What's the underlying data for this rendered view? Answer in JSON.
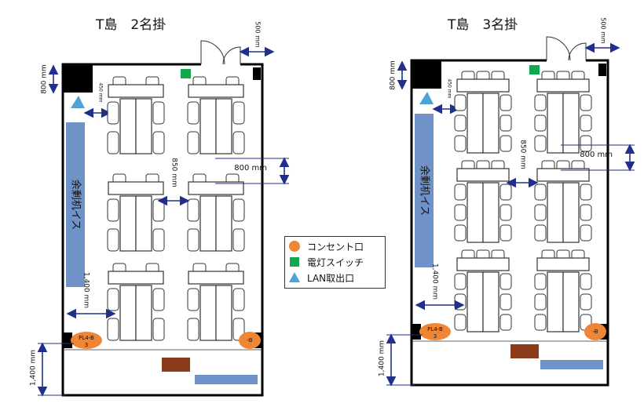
{
  "colors": {
    "wall": "#000000",
    "dimension": "#1f2f8a",
    "spare_area": "#6f93c8",
    "outlet": "#ef8636",
    "switch": "#13a84f",
    "lan": "#4ba3d8",
    "brown_box": "#8b3a1a"
  },
  "layouts": [
    {
      "title": "T島　2名掛",
      "labels": {
        "door_dim": "500 mm",
        "top_dim": "800 mm",
        "small_gap": "450 mm",
        "aisle_dim": "850 mm",
        "side_dim": "800 mm",
        "spare": "余剰机イス",
        "lower_dim": "1,400 mm",
        "bottom_dim": "1,400 mm",
        "outlet_left": "PL4-B\n3",
        "outlet_right": "-B"
      }
    },
    {
      "title": "T島　3名掛",
      "labels": {
        "door_dim": "500 mm",
        "top_dim": "800 mm",
        "small_gap": "450 mm",
        "aisle_dim": "850 mm",
        "side_dim": "800 mm",
        "spare": "余剰机イス",
        "lower_dim": "1,400 mm",
        "bottom_dim": "1,400 mm",
        "outlet_left": "PL4-B\n3",
        "outlet_right": "-B"
      }
    }
  ],
  "legend": {
    "items": [
      {
        "label": "コンセント口",
        "icon": "circle"
      },
      {
        "label": "電灯スイッチ",
        "icon": "square"
      },
      {
        "label": "LAN取出口",
        "icon": "triangle"
      }
    ]
  }
}
